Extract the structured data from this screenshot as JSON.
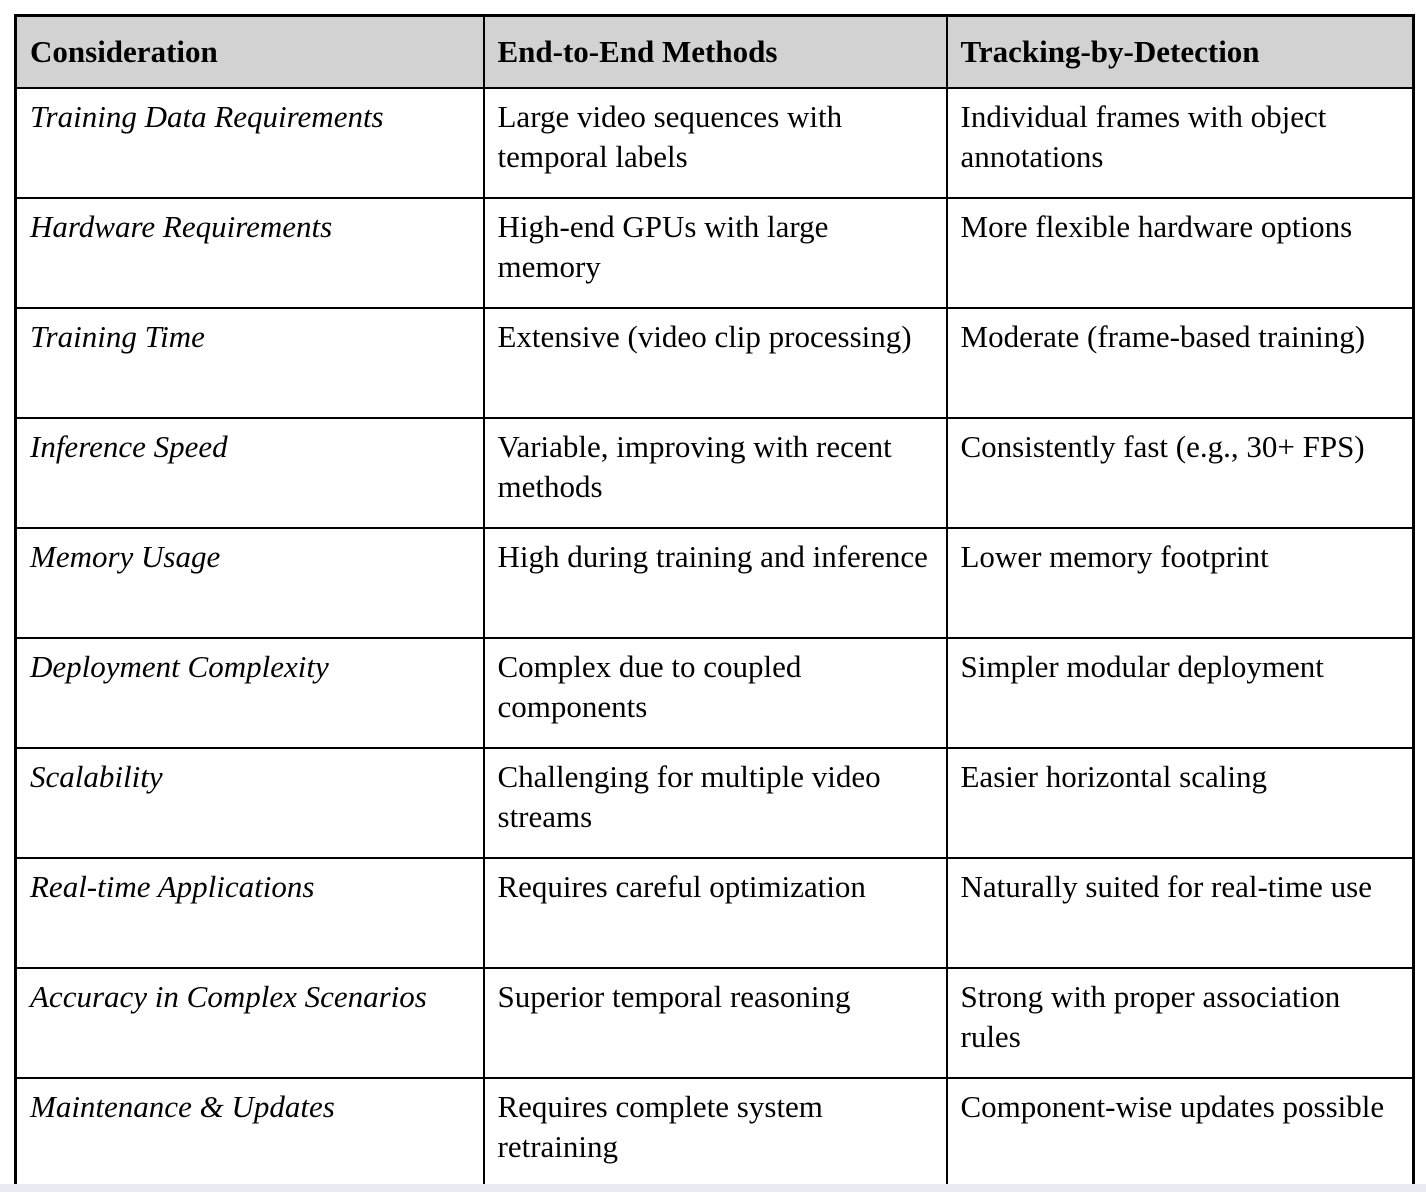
{
  "colors": {
    "border": "#000000",
    "header_bg": "#d2d2d2",
    "page_bg": "#ffffff",
    "bottom_strip": "#e9edf3"
  },
  "table": {
    "headers": [
      "Consideration",
      "End-to-End Methods",
      "Tracking-by-Detection"
    ],
    "rows": [
      [
        "Training Data Requirements",
        "Large video sequences with temporal labels",
        "Individual frames with object annotations"
      ],
      [
        "Hardware Requirements",
        "High-end GPUs with large memory",
        "More flexible hardware options"
      ],
      [
        "Training Time",
        "Extensive (video clip processing)",
        "Moderate (frame-based training)"
      ],
      [
        "Inference Speed",
        "Variable, improving with recent methods",
        "Consistently fast (e.g., 30+ FPS)"
      ],
      [
        "Memory Usage",
        "High during training and inference",
        "Lower memory footprint"
      ],
      [
        "Deployment Complexity",
        "Complex due to coupled components",
        "Simpler modular deployment"
      ],
      [
        "Scalability",
        "Challenging for multiple video streams",
        "Easier horizontal scaling"
      ],
      [
        "Real-time Applications",
        "Requires careful optimization",
        "Naturally suited for real-time use"
      ],
      [
        "Accuracy in Complex Scenarios",
        "Superior temporal reasoning",
        "Strong with proper association rules"
      ],
      [
        "Maintenance & Updates",
        "Requires complete system retraining",
        "Component-wise updates possible"
      ]
    ]
  }
}
